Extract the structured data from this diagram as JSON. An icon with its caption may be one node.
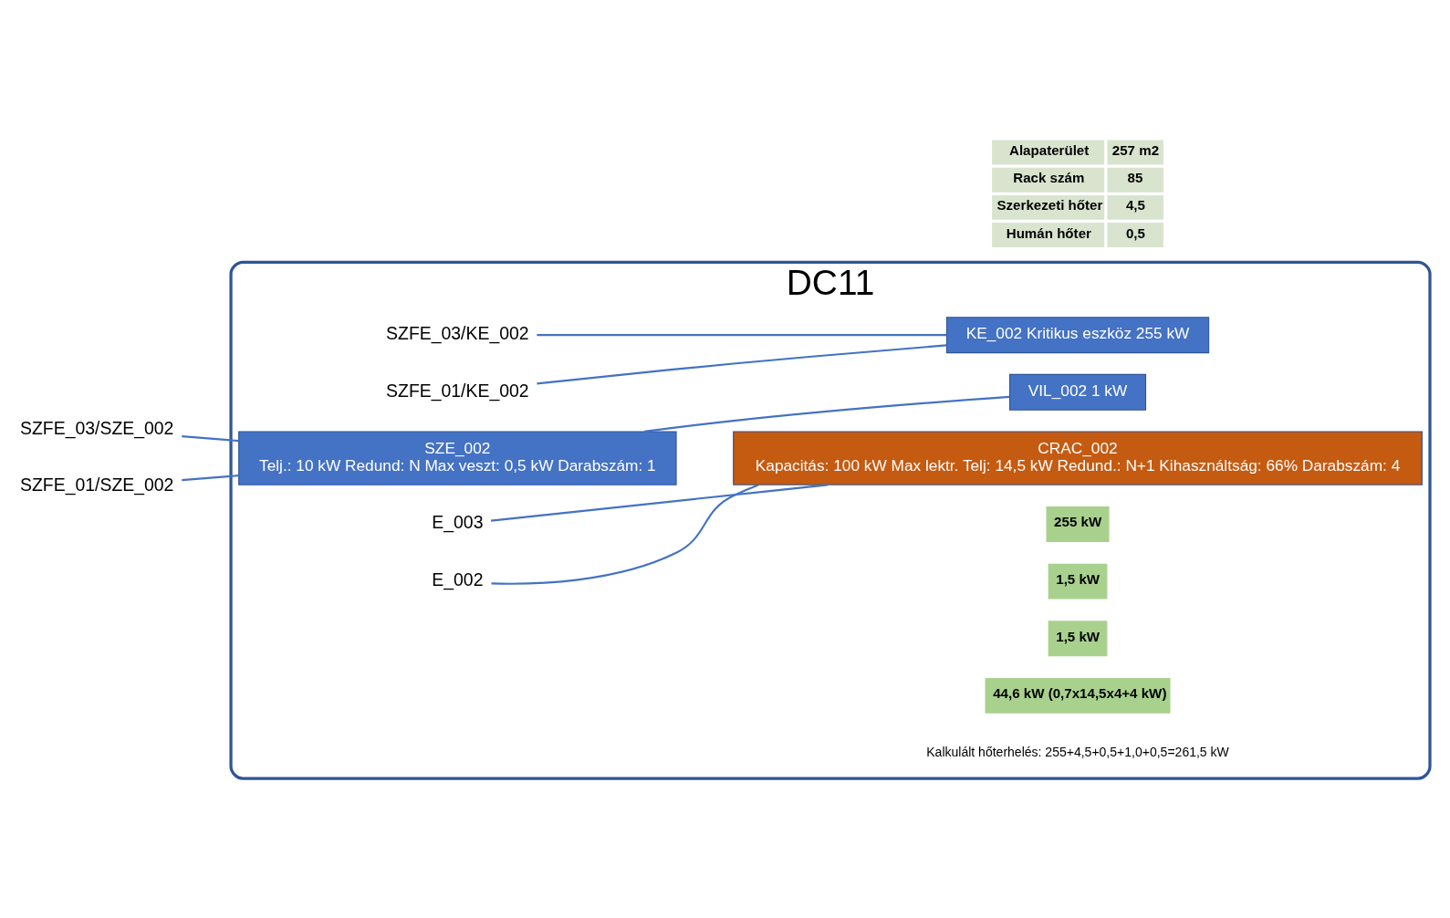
{
  "diagram": {
    "nodes": [
      {
        "text": [
          "DC11"
        ]
      },
      {
        "text": [
          "KE_002 Kritikus eszköz 255 kW"
        ],
        "in": 0
      },
      {
        "text": [
          "SZFE_01/KE_002"
        ],
        "in": 0
      },
      {
        "text": [
          "SZFE_03/KE_002"
        ],
        "in": 0
      },
      {
        "text": [
          "SZE_002",
          "Telj.: 10 kW Redund: N Max veszt: 0,5 kW Darabszám: 1"
        ],
        "in": 0
      },
      {
        "text": [
          "SZFE_03/SZE_002"
        ]
      },
      {
        "text": [
          "SZFE_01/SZE_002"
        ]
      },
      {
        "text": [
          "VIL_002 1 kW"
        ],
        "in": 0
      },
      {
        "text": [
          "CRAC_002",
          "Kapacitás: 100 kW Max lektr. Telj: 14,5 kW Redund.: N+1 Kihasználtság: 66% Darabszám: 4"
        ],
        "in": 0
      },
      {
        "text": [
          "E_002"
        ],
        "in": 0
      },
      {
        "text": [
          "E_003"
        ],
        "in": 0
      }
    ],
    "edges": [
      {
        "from": 1,
        "to": 2,
        "arrow": "none"
      },
      {
        "from": 1,
        "to": 3,
        "arrow": "none"
      },
      {
        "from": 4,
        "to": 5,
        "arrow": "none"
      },
      {
        "from": 4,
        "to": 6,
        "arrow": "none"
      },
      {
        "from": 7,
        "to": 4,
        "arrow": "none"
      },
      {
        "from": 8,
        "to": 9,
        "arrow": "none"
      },
      {
        "from": 8,
        "to": 10,
        "arrow": "none"
      }
    ],
    "labels": [
      "Alapaterület",
      "257 m2",
      "Rack szám",
      "85",
      "Szerkezeti hőter",
      "4,5",
      "Humán hőter",
      "0,5",
      "255 kW",
      "1,5 kW",
      "1,5 kW",
      "44,6 kW (0,7x14,5x4+4 kW)",
      "Kalkulált hőterhelés: 255+4,5+0,5+1,0+0,5=261,5 kW"
    ]
  }
}
